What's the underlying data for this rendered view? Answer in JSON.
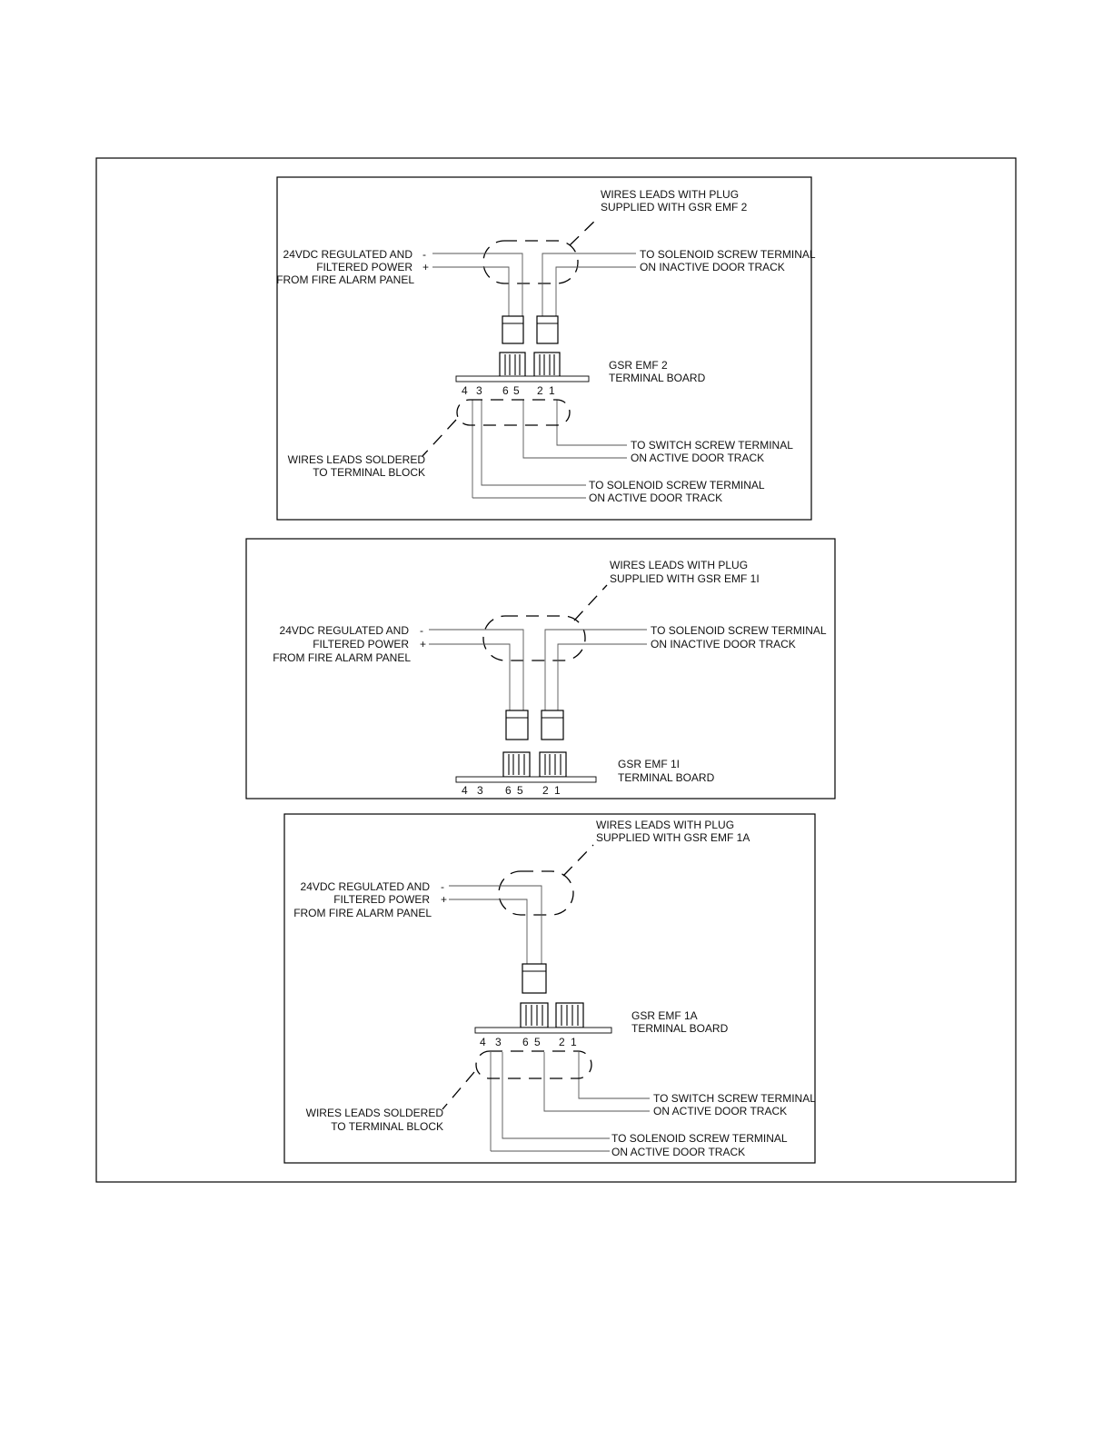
{
  "diagrams": [
    {
      "id": "emf2",
      "plug_note": [
        "WIRES LEADS WITH PLUG",
        "SUPPLIED WITH GSR EMF 2"
      ],
      "power_label": [
        "24VDC REGULATED AND",
        "FILTERED POWER",
        "FROM FIRE ALARM PANEL"
      ],
      "polarity": [
        "-",
        "+"
      ],
      "output_label": [
        "TO SOLENOID SCREW TERMINAL",
        "ON INACTIVE DOOR TRACK"
      ],
      "board_label": [
        "GSR EMF 2",
        "TERMINAL BOARD"
      ],
      "terminal_numbers": [
        "4",
        "3",
        "6",
        "5",
        "2",
        "1"
      ],
      "solder_note": [
        "WIRES LEADS SOLDERED",
        "TO TERMINAL BLOCK"
      ],
      "switch_label": [
        "TO SWITCH SCREW TERMINAL",
        "ON ACTIVE DOOR TRACK"
      ],
      "solenoid_active_label": [
        "TO SOLENOID SCREW TERMINAL",
        "ON ACTIVE DOOR TRACK"
      ]
    },
    {
      "id": "emf1i",
      "plug_note": [
        "WIRES LEADS WITH PLUG",
        "SUPPLIED WITH GSR EMF 1I"
      ],
      "power_label": [
        "24VDC REGULATED AND",
        "FILTERED POWER",
        "FROM FIRE ALARM PANEL"
      ],
      "polarity": [
        "-",
        "+"
      ],
      "output_label": [
        "TO SOLENOID SCREW TERMINAL",
        "ON INACTIVE DOOR TRACK"
      ],
      "board_label": [
        "GSR EMF 1I",
        "TERMINAL BOARD"
      ],
      "terminal_numbers": [
        "4",
        "3",
        "6",
        "5",
        "2",
        "1"
      ]
    },
    {
      "id": "emf1a",
      "plug_note": [
        "WIRES LEADS WITH PLUG",
        "SUPPLIED WITH GSR EMF 1A"
      ],
      "power_label": [
        "24VDC REGULATED AND",
        "FILTERED POWER",
        "FROM FIRE ALARM PANEL"
      ],
      "polarity": [
        "-",
        "+"
      ],
      "board_label": [
        "GSR EMF 1A",
        "TERMINAL BOARD"
      ],
      "terminal_numbers": [
        "4",
        "3",
        "6",
        "5",
        "2",
        "1"
      ],
      "solder_note": [
        "WIRES LEADS SOLDERED",
        "TO TERMINAL BLOCK"
      ],
      "switch_label": [
        "TO SWITCH SCREW TERMINAL",
        "ON ACTIVE DOOR TRACK"
      ],
      "solenoid_active_label": [
        "TO SOLENOID SCREW TERMINAL",
        "ON ACTIVE DOOR TRACK"
      ]
    }
  ]
}
